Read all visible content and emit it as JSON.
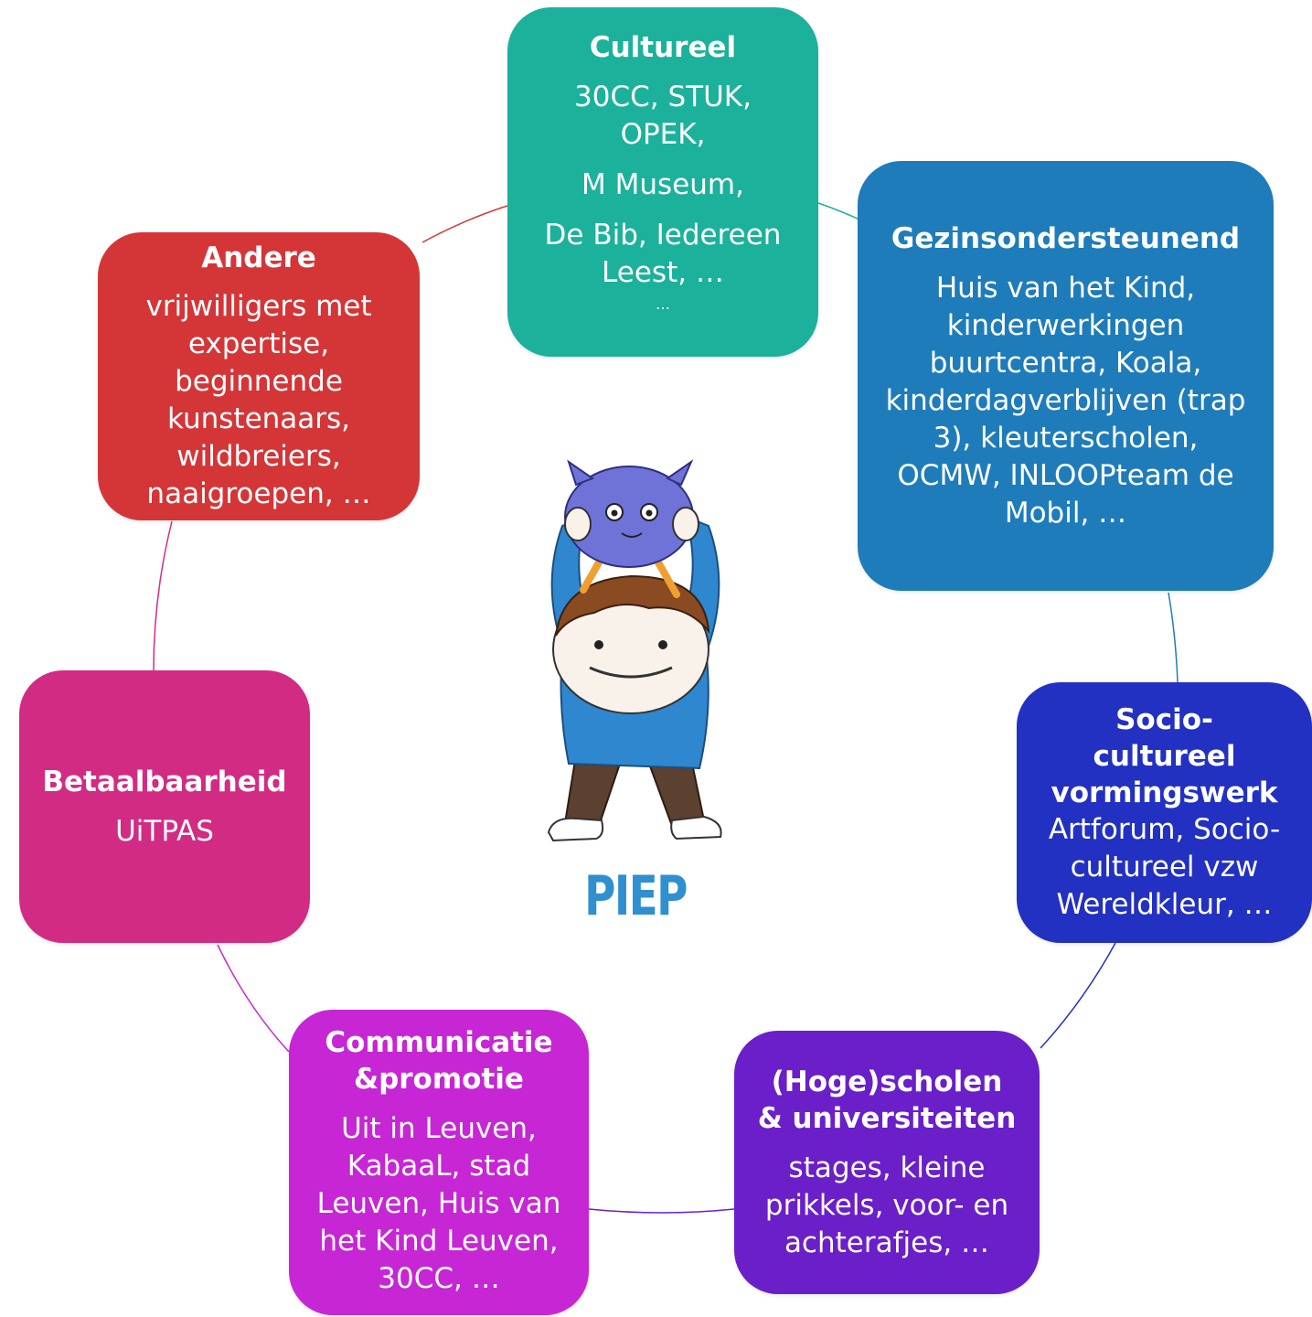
{
  "center": {
    "logo_text": "PIEP"
  },
  "nodes": {
    "cultureel": {
      "title": "Cultureel",
      "lines": [
        "30CC, STUK, OPEK,",
        "M Museum,",
        "De Bib, Iedereen Leest, …",
        "…"
      ],
      "color": "#1cb19a"
    },
    "gezin": {
      "title": "Gezinsondersteunend",
      "body": "Huis van het Kind, kinderwerkingen buurtcentra, Koala, kinderdagverblijven (trap 3), kleuterscholen, OCMW, INLOOPteam de Mobil, …",
      "color": "#1e7cba"
    },
    "socio": {
      "title": "Socio-cultureel vormingswerk",
      "body": "Artforum, Socio-cultureel vzw Wereldkleur, …",
      "color": "#2231c1"
    },
    "hoge": {
      "title": "(Hoge)scholen & universiteiten",
      "body": "stages, kleine prikkels, voor- en achterafjes, …",
      "color": "#6a1fc9"
    },
    "comm": {
      "title": "Communicatie &promotie",
      "body": "Uit in Leuven, KabaaL, stad Leuven, Huis van het Kind Leuven, 30CC, …",
      "color": "#c626d4"
    },
    "betaal": {
      "title": "Betaalbaarheid",
      "body": "UiTPAS",
      "color": "#d22b84"
    },
    "andere": {
      "title": "Andere",
      "body": "vrijwilligers met expertise, beginnende kunstenaars, wildbreiers, naaigroepen, …",
      "color": "#d43638"
    }
  }
}
